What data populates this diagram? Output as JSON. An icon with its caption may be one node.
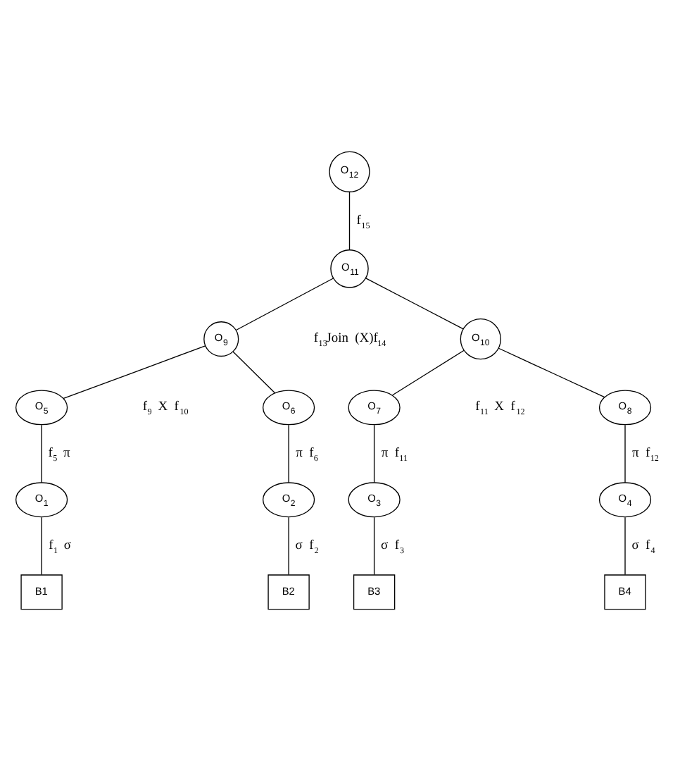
{
  "diagram": {
    "nodes": [
      {
        "text": [
          "O$_{12}$"
        ]
      },
      {
        "text": [
          "O$_{11}$"
        ]
      },
      {
        "text": [
          "O$_{9}$"
        ]
      },
      {
        "text": [
          "O$_{10}$"
        ]
      },
      {
        "text": [
          "O$_{5}$"
        ]
      },
      {
        "text": [
          "O$_{6}$"
        ]
      },
      {
        "text": [
          "O$_{7}$"
        ]
      },
      {
        "text": [
          "O$_{8}$"
        ]
      },
      {
        "text": [
          "O$_{1}$"
        ]
      },
      {
        "text": [
          "O$_{2}$"
        ]
      },
      {
        "text": [
          "O$_{3}$"
        ]
      },
      {
        "text": [
          "O$_{4}$"
        ]
      },
      {
        "text": [
          "B1"
        ]
      },
      {
        "text": [
          "B2"
        ]
      },
      {
        "text": [
          "B3"
        ]
      },
      {
        "text": [
          "B4"
        ]
      }
    ],
    "edges": [
      {
        "from": 0,
        "to": 1,
        "arrow": "none",
        "label": "f$_{15}$"
      },
      {
        "from": 1,
        "to": 2,
        "arrow": "none"
      },
      {
        "from": 1,
        "to": 3,
        "arrow": "none"
      },
      {
        "from": 2,
        "to": 4,
        "arrow": "none"
      },
      {
        "from": 2,
        "to": 5,
        "arrow": "none"
      },
      {
        "from": 3,
        "to": 6,
        "arrow": "none"
      },
      {
        "from": 3,
        "to": 7,
        "arrow": "none"
      },
      {
        "from": 4,
        "to": 8,
        "arrow": "none",
        "label": "f$_{5}$ π"
      },
      {
        "from": 5,
        "to": 9,
        "arrow": "none",
        "label": "π f$_{6}$"
      },
      {
        "from": 6,
        "to": 10,
        "arrow": "none",
        "label": "π f$_{11}$"
      },
      {
        "from": 7,
        "to": 11,
        "arrow": "none",
        "label": "π f$_{12}$"
      },
      {
        "from": 8,
        "to": 12,
        "arrow": "none",
        "label": "f$_{1}$ σ"
      },
      {
        "from": 9,
        "to": 13,
        "arrow": "none",
        "label": "σ f$_{2}$"
      },
      {
        "from": 10,
        "to": 14,
        "arrow": "none",
        "label": "σ f$_{3}$"
      },
      {
        "from": 11,
        "to": 15,
        "arrow": "none",
        "label": "σ f$_{4}$"
      }
    ],
    "labels": [
      "f$_{13}$Join (X)f$_{14}$",
      "f$_{9}$ X f$_{10}$",
      "f$_{11}$ X f$_{12}$"
    ]
  }
}
